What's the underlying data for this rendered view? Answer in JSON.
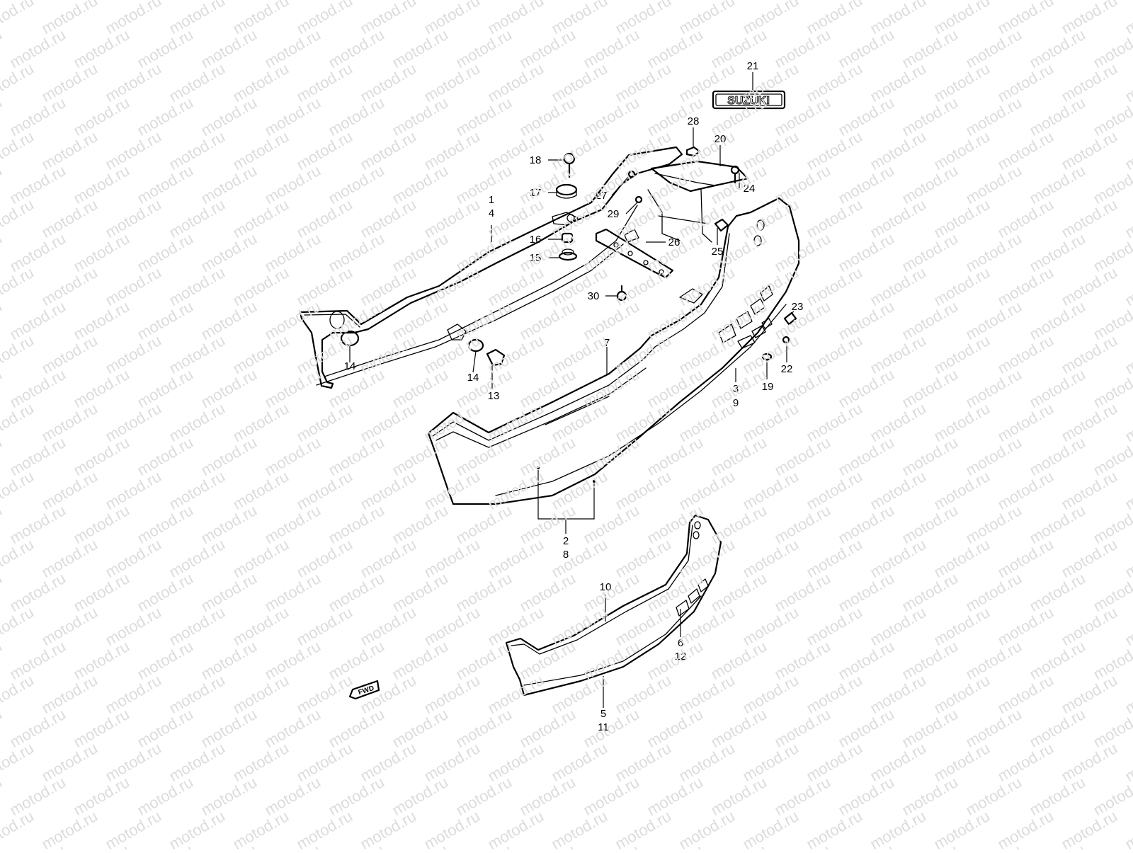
{
  "watermark": {
    "text": "motod.ru"
  },
  "diagram": {
    "emblem_text": "SUZUKI",
    "fwd_text": "FWD"
  },
  "callouts": {
    "c21": "21",
    "c28": "28",
    "c20": "20",
    "c18": "18",
    "c17": "17",
    "c27": "27",
    "c24": "24",
    "c29": "29",
    "c1": "1",
    "c4": "4",
    "c16": "16",
    "c26": "26",
    "c25": "25",
    "c15": "15",
    "c30": "30",
    "c23": "23",
    "c7": "7",
    "c14a": "14",
    "c14b": "14",
    "c13": "13",
    "c19": "19",
    "c22": "22",
    "c3": "3",
    "c9": "9",
    "c2": "2",
    "c8": "8",
    "c10": "10",
    "c6": "6",
    "c12": "12",
    "c5": "5",
    "c11": "11"
  }
}
